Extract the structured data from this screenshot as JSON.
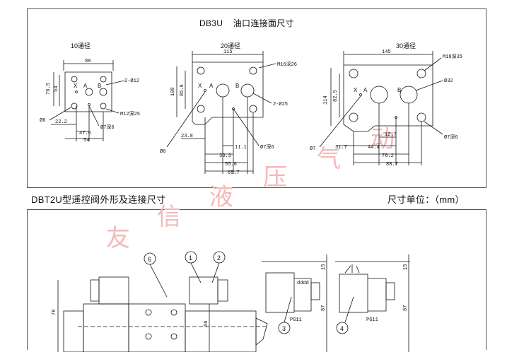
{
  "top_section": {
    "title": "DB3U    油口连接面尺寸",
    "diagrams": [
      {
        "heading": "10通径",
        "dims": [
          "88",
          "76.5",
          "54",
          "2-Ø12",
          "M12深25",
          "Ø6",
          "22.2",
          "47.6",
          "54",
          "Ø7深6"
        ],
        "ports": [
          "X",
          "A",
          "B"
        ]
      },
      {
        "heading": "20通径",
        "dims": [
          "115",
          "100",
          "85.8",
          "M16深26",
          "2-Ø25",
          "23.8",
          "11.1",
          "33.3",
          "55.6",
          "65.7",
          "Ø7深6",
          "Ø6"
        ],
        "ports": [
          "X",
          "A",
          "B"
        ]
      },
      {
        "heading": "30通径",
        "dims": [
          "145",
          "114",
          "82.5",
          "M18深35",
          "Ø32",
          "31.7",
          "12.7",
          "44.4",
          "76.2",
          "88.7",
          "Ø7深6",
          "Ø7"
        ],
        "ports": [
          "X",
          "A",
          "B"
        ]
      }
    ]
  },
  "bottom_section": {
    "title": "DBT2U型遥控阀外形及连接尺寸",
    "unit": "尺寸单位：（mm）",
    "callouts": [
      "6",
      "1",
      "2",
      "3",
      "4"
    ],
    "dims": [
      "78",
      "56",
      "15",
      "87",
      "15",
      "87"
    ],
    "plug_label": "PG11"
  },
  "watermark": [
    "友",
    "信",
    "液",
    "压",
    "气",
    "动"
  ]
}
